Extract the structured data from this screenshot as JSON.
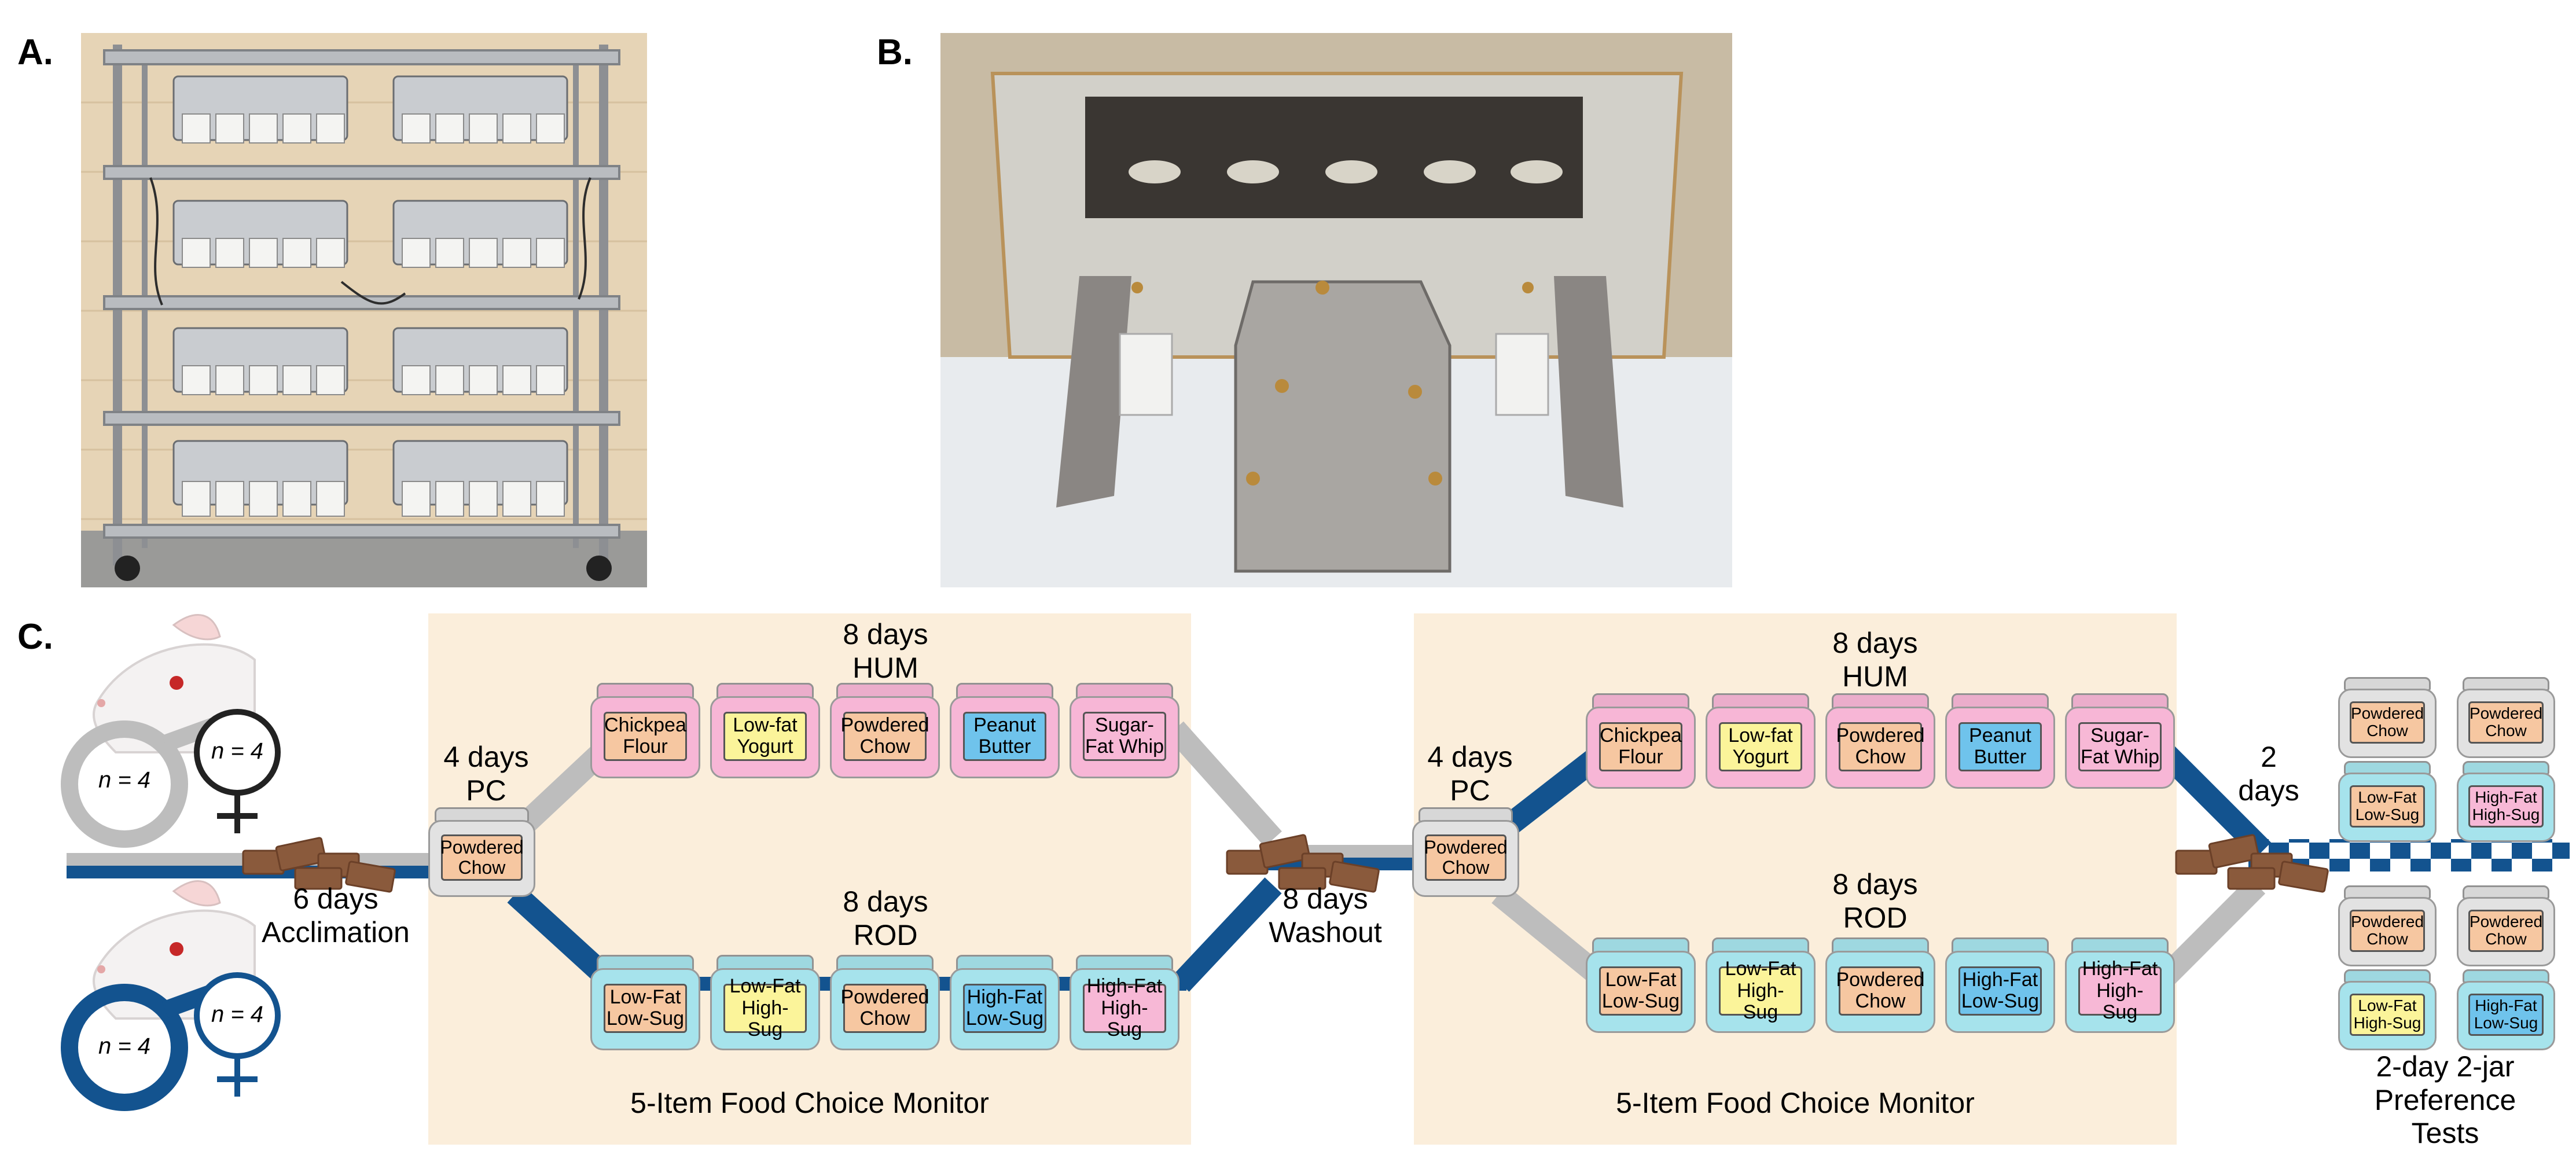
{
  "panels": {
    "a": "A.",
    "b": "B.",
    "c": "C."
  },
  "colors": {
    "female_line": "#bdbdbd",
    "male_line": "#13538f",
    "region_bg": "#fbeedb",
    "jar_pink": "#f7b6d6",
    "jar_cyan": "#a6e3ec",
    "jar_clear": "#e2e2e2",
    "label_peach": "#f6c7a1",
    "label_yellow": "#fbf49a",
    "label_blue": "#6fc3ec",
    "label_pink": "#f7b8d6"
  },
  "cohorts": {
    "female": {
      "n": "n = 4",
      "symbol": "female-symbol-icon"
    },
    "male": {
      "n": "n = 4",
      "symbol": "male-symbol-icon"
    },
    "female_n_left": "n = 4",
    "male_n_left": "n = 4"
  },
  "timeline": {
    "acclimation": {
      "line1": "6 days",
      "line2": "Acclimation"
    },
    "pc1": {
      "line1": "4 days",
      "line2": "PC",
      "jar": "Powdered Chow"
    },
    "washout": {
      "line1": "8 days",
      "line2": "Washout"
    },
    "pc2": {
      "line1": "4 days",
      "line2": "PC",
      "jar": "Powdered Chow"
    },
    "final": {
      "line1": "2",
      "line2": "days"
    }
  },
  "monitor_blocks": [
    {
      "title": "5-Item Food Choice Monitor",
      "hum": {
        "line1": "8 days",
        "line2": "HUM",
        "jars": [
          "Chickpea Flour",
          "Low-fat Yogurt",
          "Powdered Chow",
          "Peanut Butter",
          "Sugar-Fat Whip"
        ]
      },
      "rod": {
        "line1": "8 days",
        "line2": "ROD",
        "jars": [
          "Low-Fat Low-Sug",
          "Low-Fat High-Sug",
          "Powdered Chow",
          "High-Fat Low-Sug",
          "High-Fat High-Sug"
        ]
      }
    },
    {
      "title": "5-Item Food Choice Monitor",
      "hum": {
        "line1": "8 days",
        "line2": "HUM",
        "jars": [
          "Chickpea Flour",
          "Low-fat Yogurt",
          "Powdered Chow",
          "Peanut Butter",
          "Sugar-Fat Whip"
        ]
      },
      "rod": {
        "line1": "8 days",
        "line2": "ROD",
        "jars": [
          "Low-Fat Low-Sug",
          "Low-Fat High-Sug",
          "Powdered Chow",
          "High-Fat Low-Sug",
          "High-Fat High-Sug"
        ]
      }
    }
  ],
  "preference": {
    "top_jars": [
      "Powdered Chow",
      "Powdered Chow",
      "Low-Fat Low-Sug",
      "High-Fat High-Sug"
    ],
    "bottom_jars": [
      "Powdered Chow",
      "Powdered Chow",
      "Low-Fat High-Sug",
      "High-Fat Low-Sug"
    ],
    "caption_line1": "2-day 2-jar",
    "caption_line2": "Preference",
    "caption_line3": "Tests"
  }
}
